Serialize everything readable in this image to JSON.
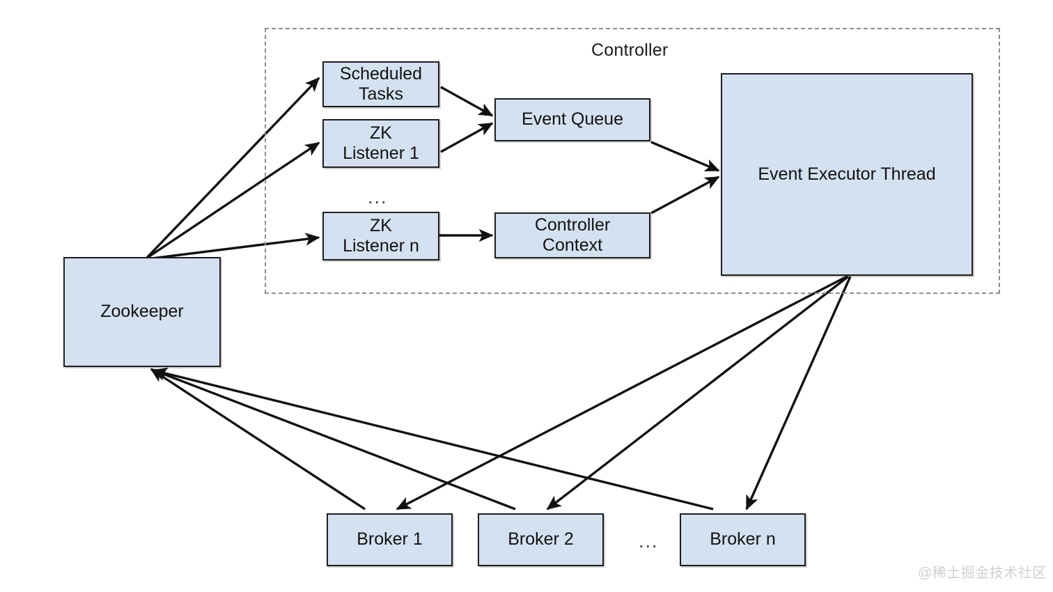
{
  "diagram": {
    "title_group": "Controller",
    "watermark": "@稀土掘金技术社区",
    "colors": {
      "node_fill": "#d4e1f0",
      "node_stroke": "#1d1d1d",
      "group_stroke": "#8d8d8d",
      "edge_stroke": "#111111",
      "watermark": "#cfcfcf",
      "background": "#ffffff"
    },
    "nodes": [
      {
        "id": "zookeeper",
        "label": "Zookeeper"
      },
      {
        "id": "scheduled-tasks",
        "label": "Scheduled\nTasks"
      },
      {
        "id": "zk-listener-1",
        "label": "ZK\nListener 1"
      },
      {
        "id": "zk-listener-n",
        "label": "ZK\nListener n"
      },
      {
        "id": "event-queue",
        "label": "Event Queue"
      },
      {
        "id": "controller-context",
        "label": "Controller\nContext"
      },
      {
        "id": "event-executor-thread",
        "label": "Event Executor Thread"
      },
      {
        "id": "broker-1",
        "label": "Broker 1"
      },
      {
        "id": "broker-2",
        "label": "Broker 2"
      },
      {
        "id": "broker-n",
        "label": "Broker n"
      }
    ],
    "ellipses": [
      {
        "id": "listener-ellipsis",
        "label": "..."
      },
      {
        "id": "broker-ellipsis",
        "label": "..."
      }
    ],
    "edges": [
      {
        "from": "zookeeper",
        "to": "scheduled-tasks"
      },
      {
        "from": "zookeeper",
        "to": "zk-listener-1"
      },
      {
        "from": "zookeeper",
        "to": "zk-listener-n"
      },
      {
        "from": "scheduled-tasks",
        "to": "event-queue"
      },
      {
        "from": "zk-listener-1",
        "to": "event-queue"
      },
      {
        "from": "zk-listener-n",
        "to": "controller-context"
      },
      {
        "from": "event-queue",
        "to": "event-executor-thread"
      },
      {
        "from": "controller-context",
        "to": "event-executor-thread"
      },
      {
        "from": "event-executor-thread",
        "to": "broker-1"
      },
      {
        "from": "event-executor-thread",
        "to": "broker-2"
      },
      {
        "from": "event-executor-thread",
        "to": "broker-n"
      },
      {
        "from": "broker-1",
        "to": "zookeeper"
      },
      {
        "from": "broker-2",
        "to": "zookeeper"
      },
      {
        "from": "broker-n",
        "to": "zookeeper"
      }
    ]
  }
}
